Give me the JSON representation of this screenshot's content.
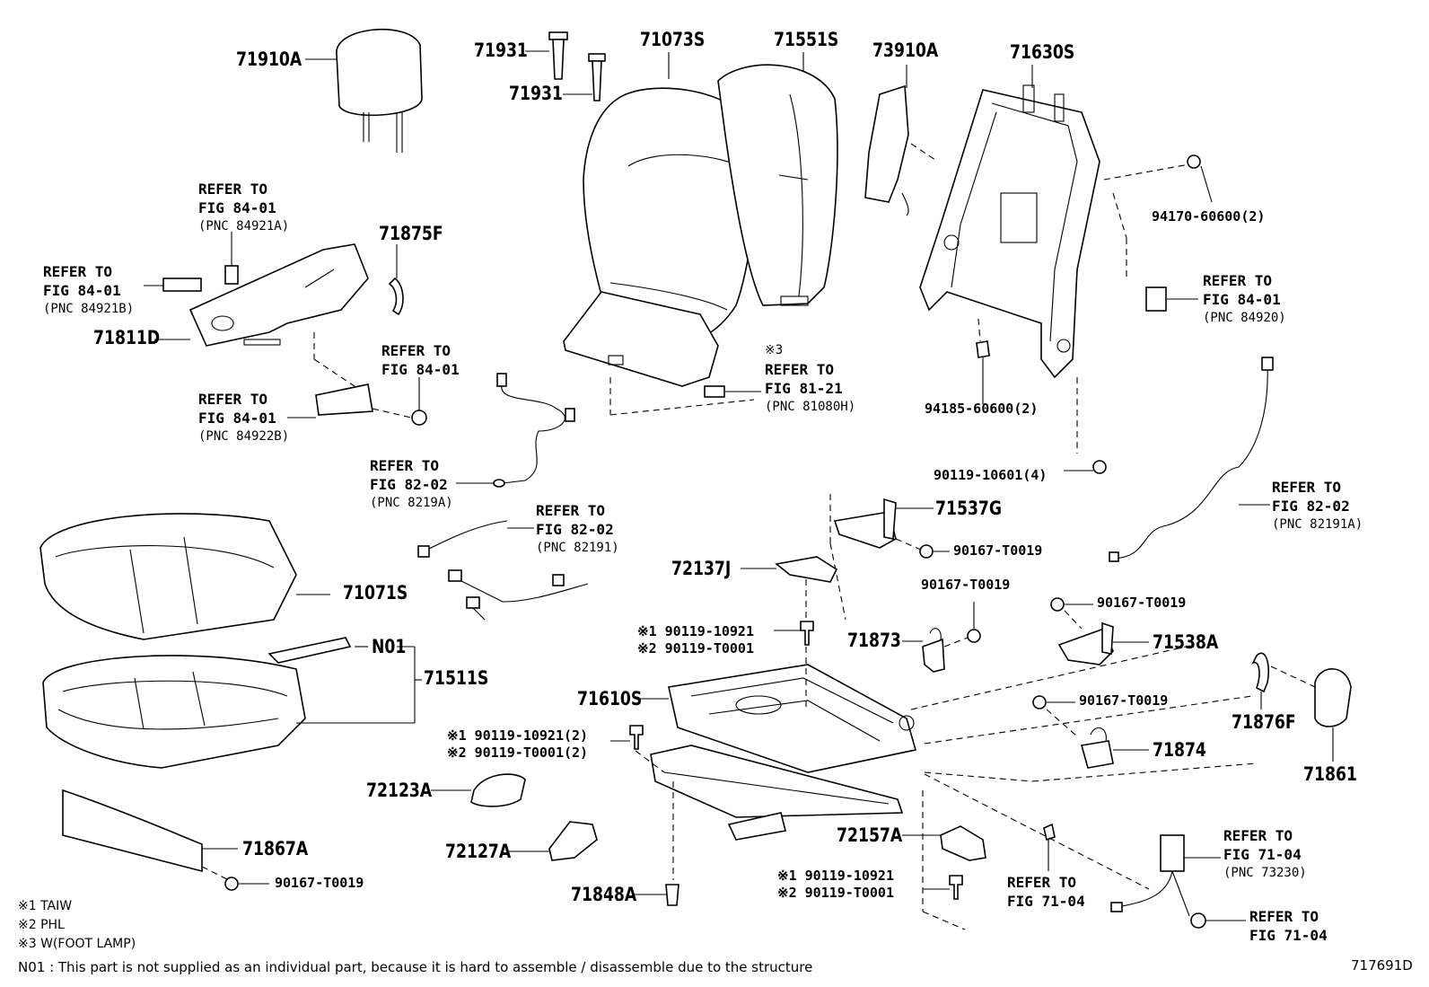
{
  "diagram_id": "717691D",
  "parts": {
    "p71910A": "71910A",
    "p71931a": "71931",
    "p71931b": "71931",
    "p71073S": "71073S",
    "p71551S": "71551S",
    "p73910A": "73910A",
    "p71630S": "71630S",
    "p71875F": "71875F",
    "p71811D": "71811D",
    "p71071S": "71071S",
    "pN01": "N01",
    "p71511S": "71511S",
    "p71537G": "71537G",
    "p72137J": "72137J",
    "p71873": "71873",
    "p71538A": "71538A",
    "p71610S": "71610S",
    "p71876F": "71876F",
    "p71874": "71874",
    "p71861": "71861",
    "p72123A": "72123A",
    "p72127A": "72127A",
    "p71867A": "71867A",
    "p72157A": "72157A",
    "p71848A": "71848A"
  },
  "codes": {
    "c94170": "94170-60600(2)",
    "c94185": "94185-60600(2)",
    "c90119_10601": "90119-10601(4)",
    "c90167_a": "90167-T0019",
    "c90167_b": "90167-T0019",
    "c90167_c": "90167-T0019",
    "c90167_d": "90167-T0019",
    "c90167_e": "90167-T0019",
    "c90119_10921_a": "※1 90119-10921",
    "c90119_T0001_a": "※2 90119-T0001",
    "c90119_10921_b": "※1 90119-10921(2)",
    "c90119_T0001_b": "※2 90119-T0001(2)",
    "c90119_10921_c": "※1 90119-10921",
    "c90119_T0001_c": "※2 90119-T0001"
  },
  "refs": {
    "r1": {
      "l1": "REFER TO",
      "l2": "FIG 84-01",
      "l3": "(PNC 84921A)"
    },
    "r2": {
      "l1": "REFER TO",
      "l2": "FIG 84-01",
      "l3": "(PNC 84921B)"
    },
    "r3": {
      "l1": "REFER TO",
      "l2": "FIG 84-01"
    },
    "r4": {
      "l1": "REFER TO",
      "l2": "FIG 84-01",
      "l3": "(PNC 84922B)"
    },
    "r5": {
      "l0": "※3",
      "l1": "REFER TO",
      "l2": "FIG 81-21",
      "l3": "(PNC 81080H)"
    },
    "r6": {
      "l1": "REFER TO",
      "l2": "FIG 84-01",
      "l3": "(PNC 84920)"
    },
    "r7": {
      "l1": "REFER TO",
      "l2": "FIG 82-02",
      "l3": "(PNC 8219A)"
    },
    "r8": {
      "l1": "REFER TO",
      "l2": "FIG 82-02",
      "l3": "(PNC 82191)"
    },
    "r9": {
      "l1": "REFER TO",
      "l2": "FIG 82-02",
      "l3": "(PNC 82191A)"
    },
    "r10": {
      "l1": "REFER TO",
      "l2": "FIG 71-04"
    },
    "r11": {
      "l1": "REFER TO",
      "l2": "FIG 71-04",
      "l3": "(PNC 73230)"
    },
    "r12": {
      "l1": "REFER TO",
      "l2": "FIG 71-04"
    }
  },
  "notes": {
    "n1": "※1 TAIW",
    "n2": "※2 PHL",
    "n3": "※3 W(FOOT LAMP)",
    "n01": "N01 :  This part is not supplied as an individual part, because it is hard to assemble / disassemble due to the structure"
  }
}
